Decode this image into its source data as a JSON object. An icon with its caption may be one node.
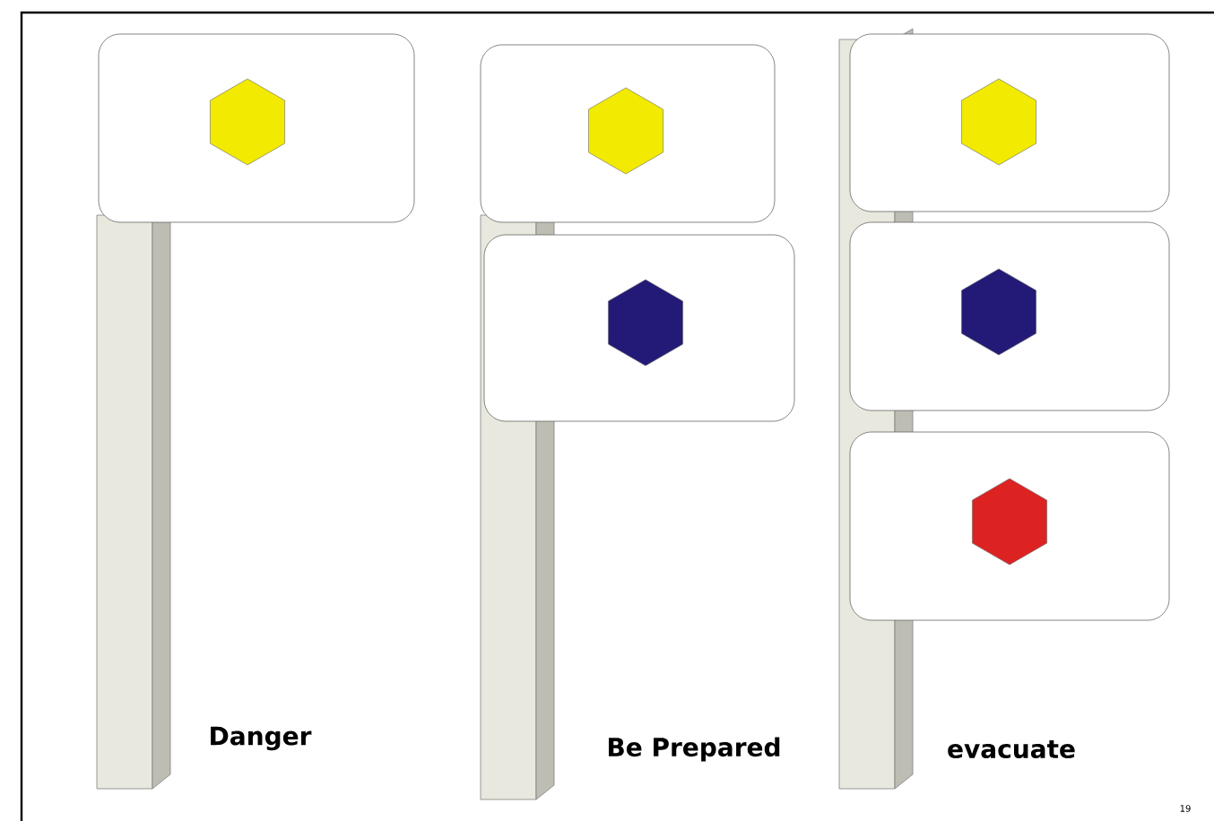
{
  "diagram": {
    "labels": [
      "Danger",
      "Be Prepared",
      "evacuate",
      "19"
    ]
  }
}
